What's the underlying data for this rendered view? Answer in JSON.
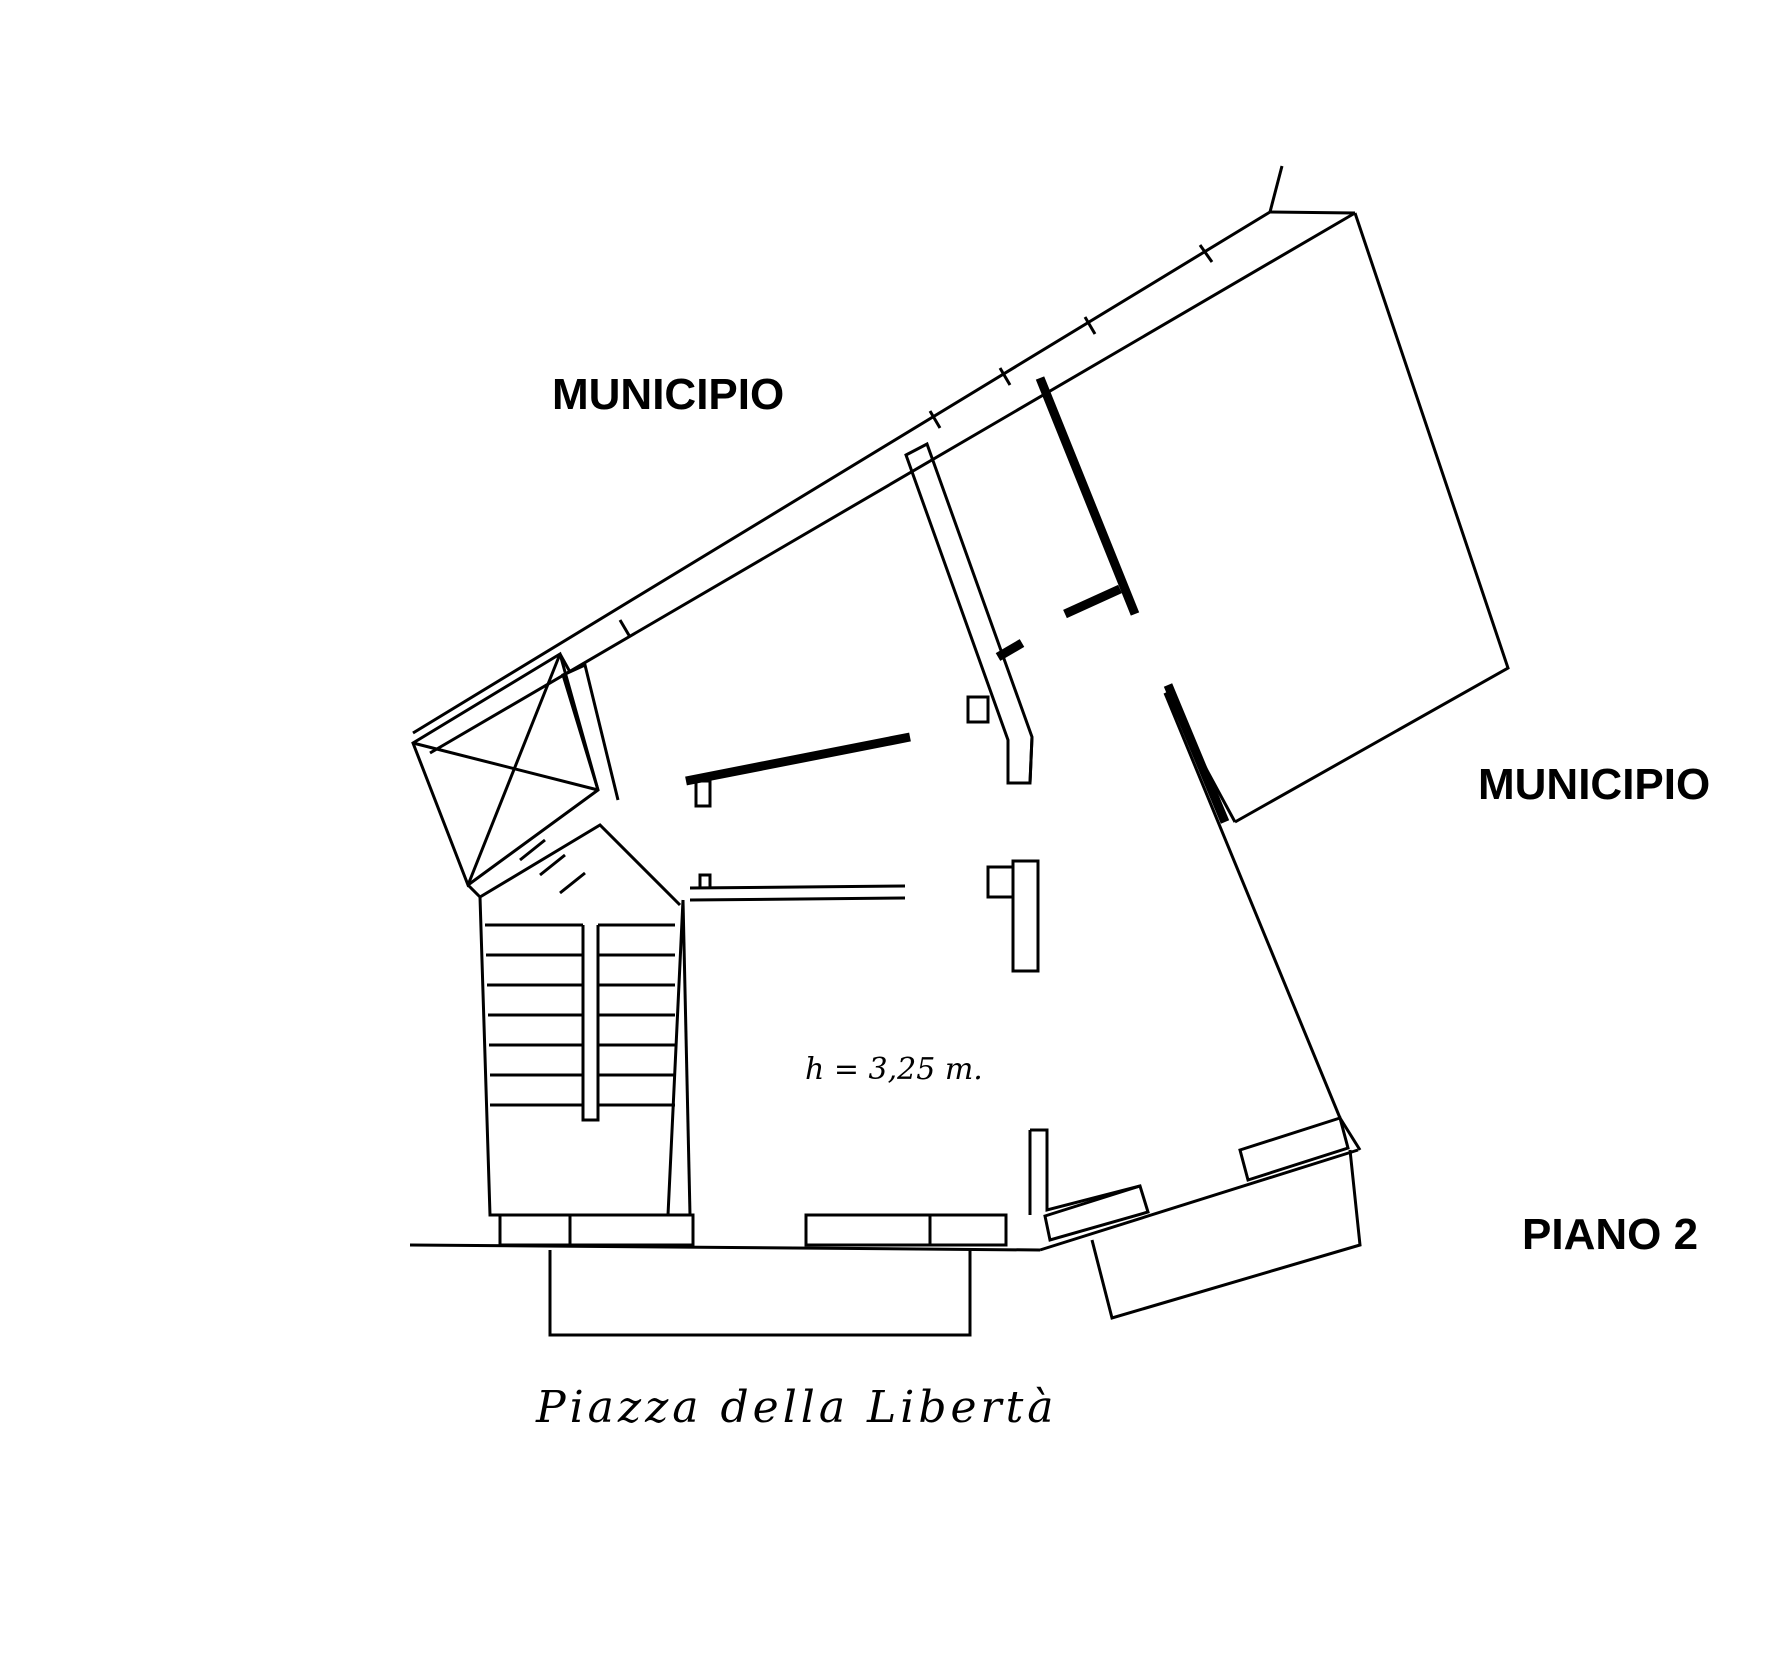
{
  "labels": {
    "municipio_top": "MUNICIPIO",
    "municipio_right": "MUNICIPIO",
    "floor": "PIANO 2",
    "height_note": "h = 3,25 m.",
    "street": "Piazza della Libertà"
  },
  "colors": {
    "ink": "#000000",
    "paper": "#ffffff"
  }
}
